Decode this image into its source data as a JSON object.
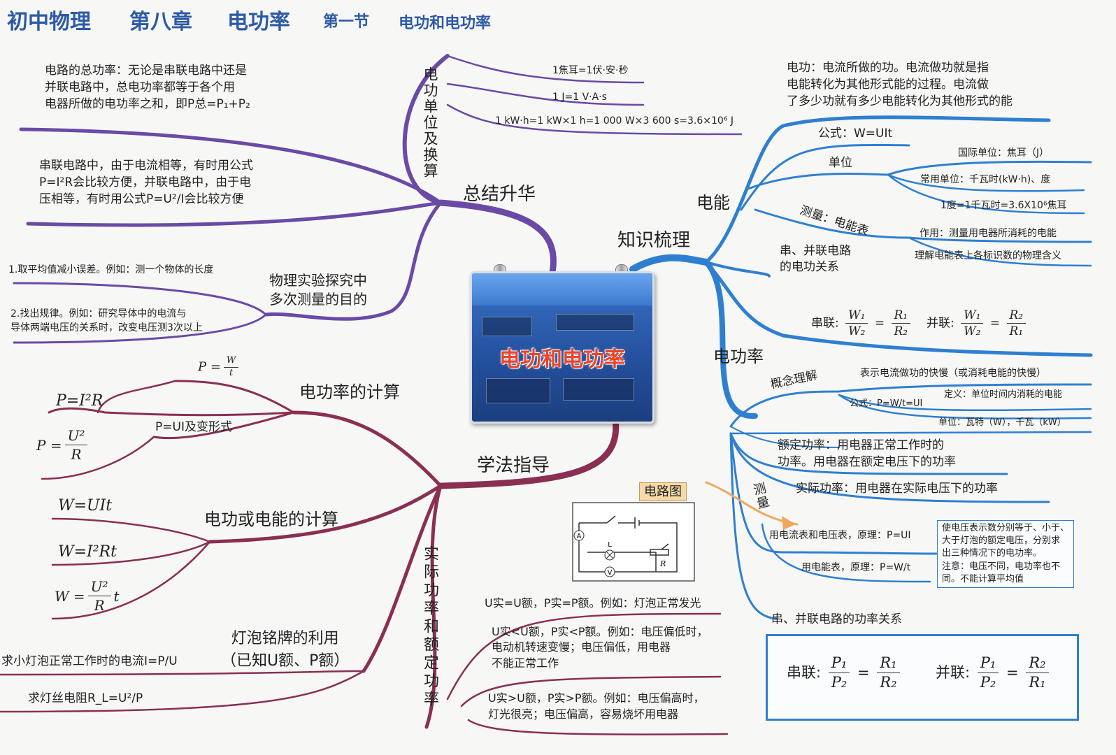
{
  "header": {
    "subject": "初中物理",
    "chapter": "第八章",
    "chapter_title": "电功率",
    "section": "第一节",
    "section_title": "电功和电功率"
  },
  "center": {
    "title": "电功和电功率"
  },
  "main_branches": {
    "summary": "总结升华",
    "knowledge": "知识梳理",
    "method": "学法指导"
  },
  "summary": {
    "unit_conversion_label": "电功单位及换算",
    "unit_1": "1焦耳=1伏·安·秒",
    "unit_2": "1 J=1 V·A·s",
    "unit_3": "1 kW·h=1 kW×1 h=1 000 W×3 600 s=3.6×10⁶ J",
    "total_power": "电路的总功率：无论是串联电路中还是\n并联电路中，总电功率都等于各个用\n电器所做的电功率之和，即P总=P₁+P₂",
    "series_parallel_formula": "串联电路中，由于电流相等，有时用公式\nP=I²R会比较方便，并联电路中，由于电\n压相等，有时用公式P=U²/I会比较方便",
    "experiment_label": "物理实验探究中\n多次测量的目的",
    "experiment_1": "1.取平均值减小误差。例如：测一个物体的长度",
    "experiment_2": "2.找出规律。例如：研究导体中的电流与\n导体两端电压的关系时，改变电压测3次以上"
  },
  "knowledge": {
    "electric_energy": "电能",
    "work_definition": "电功：电流所做的功。电流做功就是指\n电能转化为其他形式能的过程。电流做\n了多少功就有多少电能转化为其他形式的能",
    "formula_label": "公式：W=UIt",
    "unit_label": "单位",
    "si_unit": "国际单位：焦耳（J）",
    "common_unit": "常用单位：千瓦时(kW·h)、度",
    "degree_conversion": "1度=1千瓦时=3.6X10⁶焦耳",
    "meter_label": "测量：电能表",
    "meter_use": "作用：测量用电器所消耗的电能",
    "meter_marks": "理解电能表上各标识数的物理含义",
    "series_parallel_relation": "串、并联电路\n的电功关系",
    "series_label": "串联:",
    "parallel_label": "并联:",
    "power": "电功率",
    "concept_label": "概念理解",
    "concept_meaning": "表示电流做功的快慢（或消耗电能的快慢）",
    "definition": "定义：单位时间内消耗的电能",
    "power_formula": "公式：P=W/t=UI",
    "power_unit": "单位：瓦特（W），千瓦（kW）",
    "rated_power": "额定功率：用电器正常工作时的\n功率。用电器在额定电压下的功率",
    "actual_power": "实际功率：用电器在实际电压下的功率",
    "measure_label": "测量",
    "measure_ammeter": "用电流表和电压表，原理：P=UI",
    "measure_meter": "用电能表，原理：P=W/t",
    "measure_note": "使电压表示数分别等于、小于、\n大于灯泡的额定电压，分别求\n出三种情况下的电功率。\n注意：电压不同，电功率也不\n同。不能计算平均值",
    "circuit_label": "电路图",
    "power_relation_title": "串、并联电路的功率关系"
  },
  "method": {
    "power_calc": "电功率的计算",
    "p_eq_w_over_t": "P=W/t",
    "p_eq_i2r": "P=I²R",
    "p_ui_variants": "P=UI及变形式",
    "p_u2_over_r": "P = U²/R",
    "work_calc": "电功或电能的计算",
    "w_uit": "W=UIt",
    "w_i2rt": "W=I²Rt",
    "w_u2t_over_r": "W = U²t/R",
    "bulb_label_use": "灯泡铭牌的利用\n（已知U额、P额）",
    "bulb_current": "求小灯泡正常工作时的电流I=P/U",
    "bulb_resistance": "求灯丝电阻R_L=U²/P",
    "actual_rated_label": "实际功率和额定功率",
    "case_equal": "U实=U额，P实=P额。例如：灯泡正常发光",
    "case_less": "U实<U额，P实<P额。例如：电压偏低时，\n电动机转速变慢；电压偏低，用电器\n不能正常工作",
    "case_greater": "U实>U额，P实>P额。例如：电压偏高时，\n灯光很亮；电压偏高，容易烧坏用电器"
  },
  "fractions": {
    "w1": "W₁",
    "w2": "W₂",
    "r1": "R₁",
    "r2": "R₂",
    "p1": "P₁",
    "p2": "P₂",
    "u2": "U²",
    "r": "R",
    "w": "W",
    "t": "t",
    "i": "I",
    "eq": "=",
    "p_prefix": "P =",
    "w_prefix": "W =",
    "t_suffix": "t",
    "circuit_L": "L",
    "circuit_R": "R",
    "circuit_A": "A",
    "circuit_V": "V"
  },
  "colors": {
    "purple_branch": "#6a4aa6",
    "blue_branch": "#2f7fd1",
    "maroon_branch": "#8a2f52",
    "card_blue": "#2d5aa6",
    "title_red": "#e8452b"
  }
}
